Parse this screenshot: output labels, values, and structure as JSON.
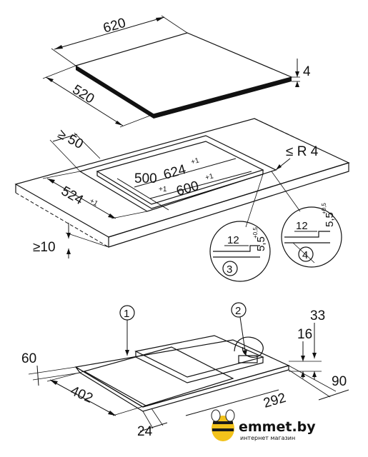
{
  "top_view": {
    "width_label": "620",
    "depth_label": "520",
    "thickness_label": "4"
  },
  "cutout_view": {
    "edge_min_label": "≥ 50",
    "radius_label": "≤ R 4",
    "outer_width_label": "624",
    "outer_width_tol": "+1",
    "inner_width_label": "600",
    "inner_width_tol": "+1",
    "inner_depth_label": "500",
    "inner_depth_tol": "+1",
    "outer_depth_label": "524",
    "outer_depth_tol": "+1",
    "worktop_min_label": "≥10",
    "detail_3": {
      "number": "3",
      "rebate_width": "12",
      "rebate_depth": "5,5",
      "rebate_depth_tol": "+0,5"
    },
    "detail_4": {
      "number": "4",
      "rebate_width": "12",
      "rebate_depth": "5,5",
      "rebate_depth_tol": "+0,5"
    }
  },
  "bottom_view": {
    "callout_1": "1",
    "callout_2": "2",
    "dim_33": "33",
    "dim_16": "16",
    "dim_60": "60",
    "dim_402": "402",
    "dim_292": "292",
    "dim_90": "90",
    "dim_24": "24"
  },
  "watermark": {
    "brand": "emmet.by",
    "tagline": "интернет магазин",
    "colors": {
      "bee_yellow": "#f2c21b",
      "bee_dark": "#1a1a1a"
    }
  }
}
